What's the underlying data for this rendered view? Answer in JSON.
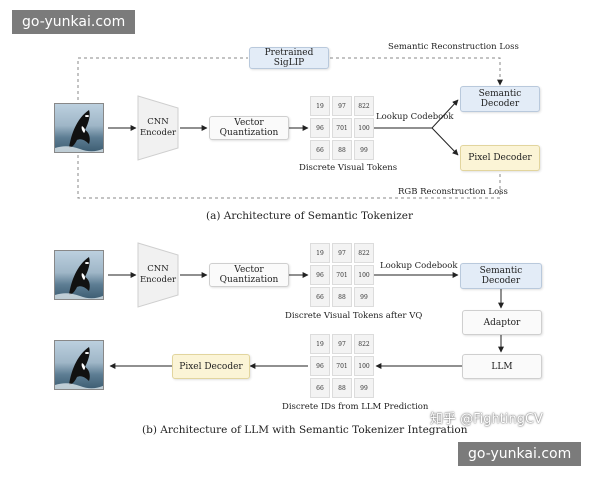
{
  "watermark": {
    "top": "go-yunkai.com",
    "bottom": "go-yunkai.com",
    "zhihu": "知乎 @FightingCV"
  },
  "part_a": {
    "caption": "(a) Architecture of Semantic Tokenizer",
    "cnn_encoder": "CNN Encoder",
    "vector_quantization": "Vector Quantization",
    "pretrained_siglip": "Pretrained SigLIP",
    "semantic_reconstruction_loss": "Semantic Reconstruction Loss",
    "lookup_codebook": "Lookup Codebook",
    "semantic_decoder": "Semantic Decoder",
    "pixel_decoder": "Pixel Decoder",
    "discrete_visual_tokens": "Discrete Visual Tokens",
    "rgb_reconstruction_loss": "RGB Reconstruction Loss",
    "tokens": [
      "19",
      "97",
      "822",
      "96",
      "701",
      "100",
      "66",
      "88",
      "99"
    ]
  },
  "part_b": {
    "caption": "(b) Architecture of LLM with Semantic Tokenizer Integration",
    "cnn_encoder": "CNN Encoder",
    "vector_quantization": "Vector Quantization",
    "lookup_codebook": "Lookup Codebook",
    "semantic_decoder": "Semantic Decoder",
    "adaptor": "Adaptor",
    "llm": "LLM",
    "pixel_decoder": "Pixel Decoder",
    "tokens_after_vq_label": "Discrete Visual Tokens after VQ",
    "ids_from_llm_label": "Discrete IDs from LLM Prediction",
    "tokens_vq": [
      "19",
      "97",
      "822",
      "96",
      "701",
      "100",
      "66",
      "88",
      "99"
    ],
    "tokens_llm": [
      "19",
      "97",
      "822",
      "96",
      "701",
      "100",
      "66",
      "88",
      "99"
    ]
  }
}
